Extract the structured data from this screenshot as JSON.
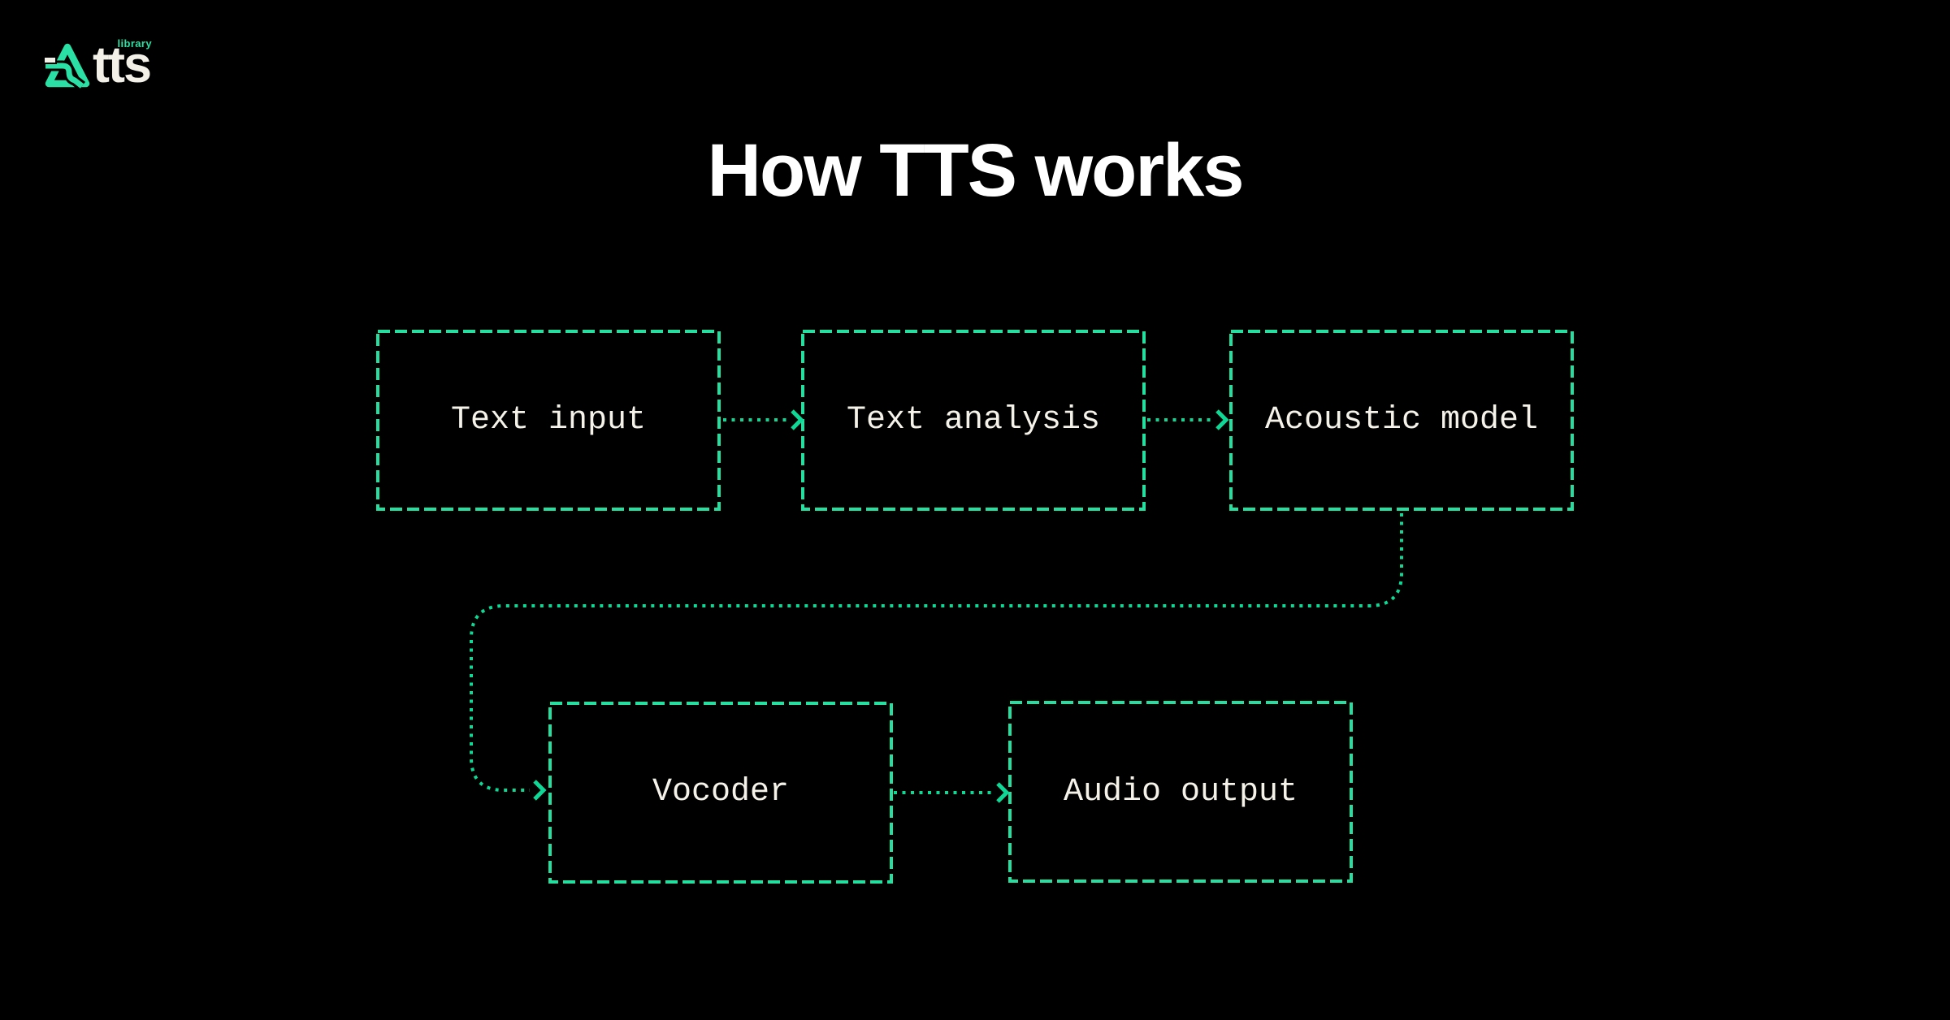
{
  "logo": {
    "brand": "tts",
    "sub": "library"
  },
  "title": "How TTS works",
  "diagram": {
    "nodes": [
      {
        "id": "text-input",
        "label": "Text input"
      },
      {
        "id": "text-analysis",
        "label": "Text analysis"
      },
      {
        "id": "acoustic-model",
        "label": "Acoustic model"
      },
      {
        "id": "vocoder",
        "label": "Vocoder"
      },
      {
        "id": "audio-output",
        "label": "Audio output"
      }
    ],
    "edges": [
      {
        "from": "text-input",
        "to": "text-analysis"
      },
      {
        "from": "text-analysis",
        "to": "acoustic-model"
      },
      {
        "from": "acoustic-model",
        "to": "vocoder"
      },
      {
        "from": "vocoder",
        "to": "audio-output"
      }
    ]
  },
  "colors": {
    "background": "#000000",
    "accent_dash": "#25dfa1",
    "accent_dot": "#0fd896",
    "node_text": "#f5f2e9",
    "title_text": "#ffffff",
    "brand_text": "#f3f0e7",
    "brand_accent": "#2be0a4"
  }
}
